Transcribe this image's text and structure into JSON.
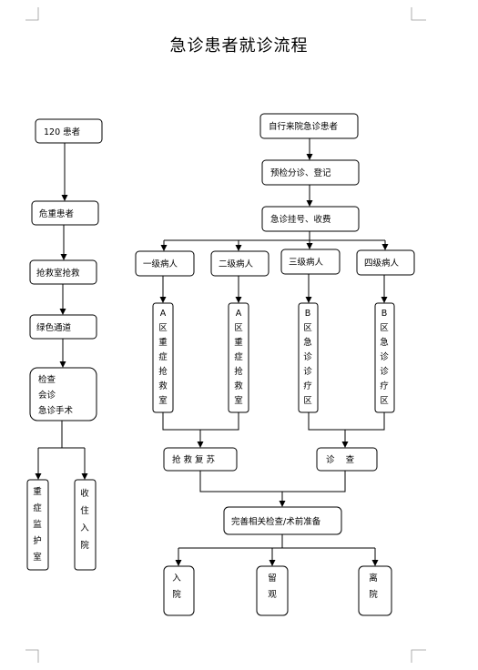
{
  "title": "急诊患者就诊流程",
  "nodes": {
    "n120": "120 患者",
    "critical": "危重患者",
    "rescue_room": "抢救室抢救",
    "green_channel": "绿色通道",
    "exam_lines": [
      "检查",
      "会诊",
      "急诊手术"
    ],
    "icu_chars": [
      "重",
      "症",
      "监",
      "护",
      "室"
    ],
    "admit_chars": [
      "收",
      "住",
      "入",
      "院"
    ],
    "self_arrival": "自行来院急诊患者",
    "triage": "预检分诊、登记",
    "register": "急诊挂号、收费",
    "level1": "一级病人",
    "level2": "二级病人",
    "level3": "三级病人",
    "level4": "四级病人",
    "zone_a_chars": [
      "A",
      "区",
      "重",
      "症",
      "抢",
      "救",
      "室"
    ],
    "zone_b_chars": [
      "B",
      "区",
      "急",
      "诊",
      "诊",
      "疗",
      "区"
    ],
    "resuscitation": "抢 救 复 苏",
    "diagnosis": "诊    查",
    "prepare": "完善相关检查/术前准备",
    "inpatient_chars": [
      "入",
      "院"
    ],
    "observe_chars": [
      "留",
      "观"
    ],
    "leave_chars": [
      "离",
      "院"
    ]
  }
}
